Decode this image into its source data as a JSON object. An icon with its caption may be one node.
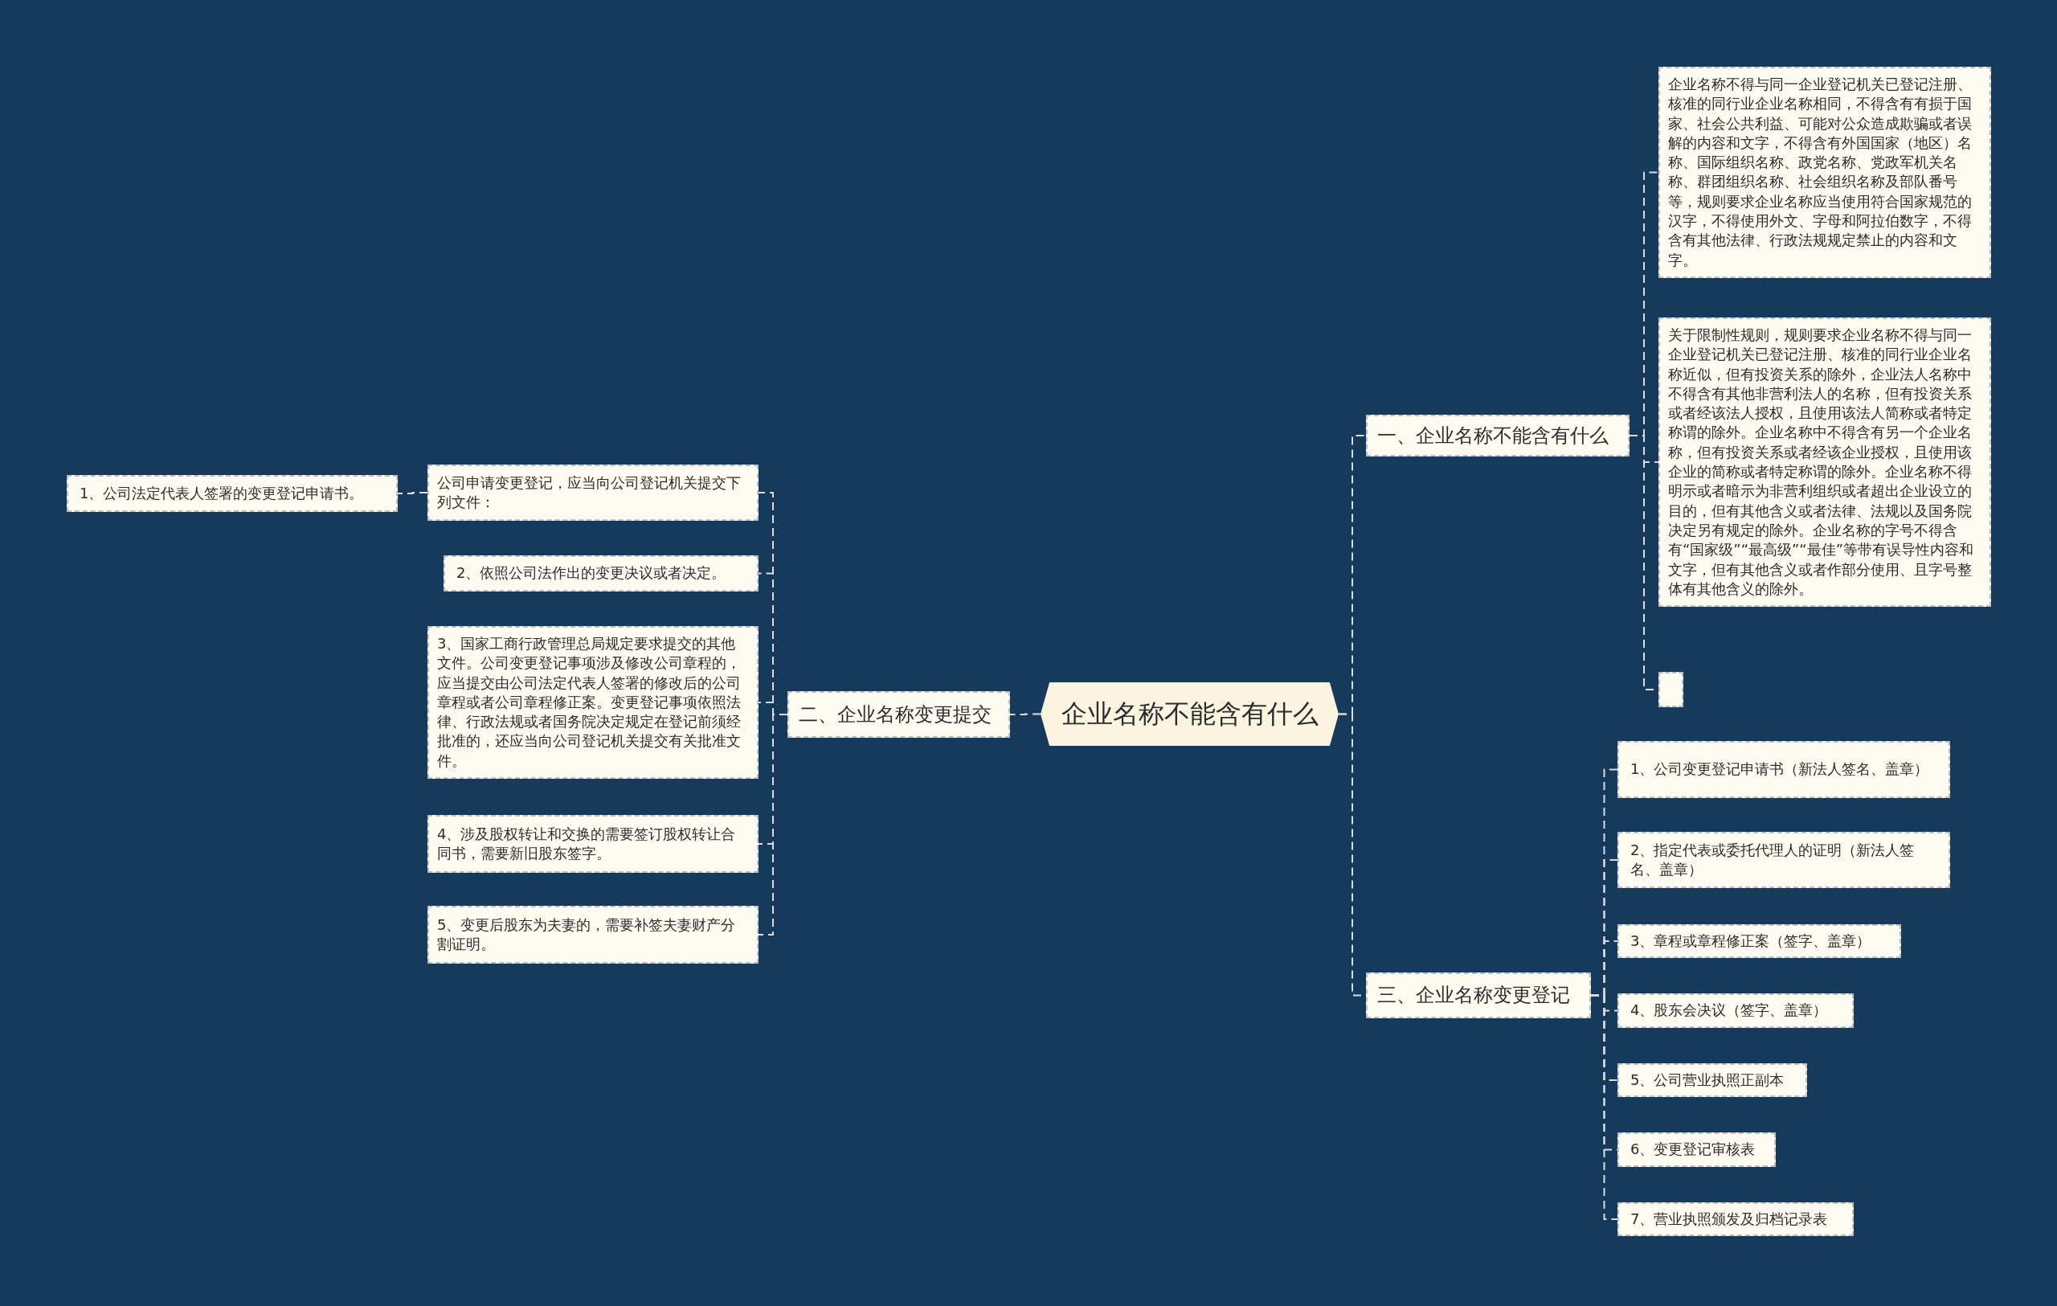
{
  "diagram": {
    "nodes": [
      {
        "text": [
          "企业名称不能含有什么"
        ]
      },
      {
        "text": [
          "一、企业名称不能含有什么"
        ]
      },
      {
        "text": [
          "企业名称不得与同一企业登记机关已登记注册、核准的同行业企业名称相同，不得含有有损于国家、社会公共利益、可能对公众造成欺骗或者误解的内容和文字，不得含有外国国家（地区）名称、国际组织名称、政党名称、党政军机关名称、群团组织名称、社会组织名称及部队番号等，规则要求企业名称应当使用符合国家规范的汉字，不得使用外文、字母和阿拉伯数字，不得含有其他法律、行政法规规定禁止的内容和文字。"
        ]
      },
      {
        "text": [
          "关于限制性规则，规则要求企业名称不得与同一企业登记机关已登记注册、核准的同行业企业名称近似，但有投资关系的除外，企业法人名称中不得含有其他非营利法人的名称，但有投资关系或者经该法人授权，且使用该法人简称或者特定称谓的除外。企业名称中不得含有另一个企业名称，但有投资关系或者经该企业授权，且使用该企业的简称或者特定称谓的除外。企业名称不得明示或者暗示为非营利组织或者超出企业设立的目的，但有其他含义或者法律、法规以及国务院决定另有规定的除外。企业名称的字号不得含有“国家级”“最高级”“最佳”等带有误导性内容和文字，但有其他含义或者作部分使用、且字号整体有其他含义的除外。"
        ]
      },
      {
        "text": [],
        "shape": "box"
      },
      {
        "text": [
          "二、企业名称变更提交"
        ]
      },
      {
        "text": [
          "公司申请变更登记，应当向公司登记机关提交下列文件："
        ]
      },
      {
        "text": [
          "1、公司法定代表人签署的变更登记申请书。"
        ]
      },
      {
        "text": [
          "2、依照公司法作出的变更决议或者决定。"
        ]
      },
      {
        "text": [
          "3、国家工商行政管理总局规定要求提交的其他文件。公司变更登记事项涉及修改公司章程的，应当提交由公司法定代表人签署的修改后的公司章程或者公司章程修正案。变更登记事项依照法律、行政法规或者国务院决定规定在登记前须经批准的，还应当向公司登记机关提交有关批准文件。"
        ]
      },
      {
        "text": [
          "4、涉及股权转让和交换的需要签订股权转让合同书，需要新旧股东签字。"
        ]
      },
      {
        "text": [
          "5、变更后股东为夫妻的，需要补签夫妻财产分割证明。"
        ]
      },
      {
        "text": [
          "三、企业名称变更登记"
        ]
      },
      {
        "text": [
          "1、公司变更登记申请书（新法人签名、盖章）"
        ]
      },
      {
        "text": [
          "2、指定代表或委托代理人的证明（新法人签名、盖章）"
        ]
      },
      {
        "text": [
          "3、章程或章程修正案（签字、盖章）"
        ]
      },
      {
        "text": [
          "4、股东会决议（签字、盖章）"
        ]
      },
      {
        "text": [
          "5、公司营业执照正副本"
        ]
      },
      {
        "text": [
          "6、变更登记审核表"
        ]
      },
      {
        "text": [
          "7、营业执照颁发及归档记录表"
        ]
      }
    ],
    "edges": [
      {
        "from": 0,
        "to": 1,
        "arrow": "none",
        "style": "dashed"
      },
      {
        "from": 1,
        "to": 2,
        "arrow": "none",
        "style": "dashed"
      },
      {
        "from": 1,
        "to": 3,
        "arrow": "none",
        "style": "dashed"
      },
      {
        "from": 1,
        "to": 4,
        "arrow": "none",
        "style": "dashed"
      },
      {
        "from": 0,
        "to": 5,
        "arrow": "none",
        "style": "dashed"
      },
      {
        "from": 5,
        "to": 6,
        "arrow": "none",
        "style": "dashed"
      },
      {
        "from": 6,
        "to": 7,
        "arrow": "none",
        "style": "dashed"
      },
      {
        "from": 5,
        "to": 8,
        "arrow": "none",
        "style": "dashed"
      },
      {
        "from": 5,
        "to": 9,
        "arrow": "none",
        "style": "dashed"
      },
      {
        "from": 5,
        "to": 10,
        "arrow": "none",
        "style": "dashed"
      },
      {
        "from": 5,
        "to": 11,
        "arrow": "none",
        "style": "dashed"
      },
      {
        "from": 0,
        "to": 12,
        "arrow": "none",
        "style": "dashed"
      },
      {
        "from": 12,
        "to": 13,
        "arrow": "none",
        "style": "dashed"
      },
      {
        "from": 12,
        "to": 14,
        "arrow": "none",
        "style": "dashed"
      },
      {
        "from": 12,
        "to": 15,
        "arrow": "none",
        "style": "dashed"
      },
      {
        "from": 12,
        "to": 16,
        "arrow": "none",
        "style": "dashed"
      },
      {
        "from": 12,
        "to": 17,
        "arrow": "none",
        "style": "dashed"
      },
      {
        "from": 12,
        "to": 18,
        "arrow": "none",
        "style": "dashed"
      },
      {
        "from": 12,
        "to": 19,
        "arrow": "none",
        "style": "dashed"
      }
    ]
  }
}
